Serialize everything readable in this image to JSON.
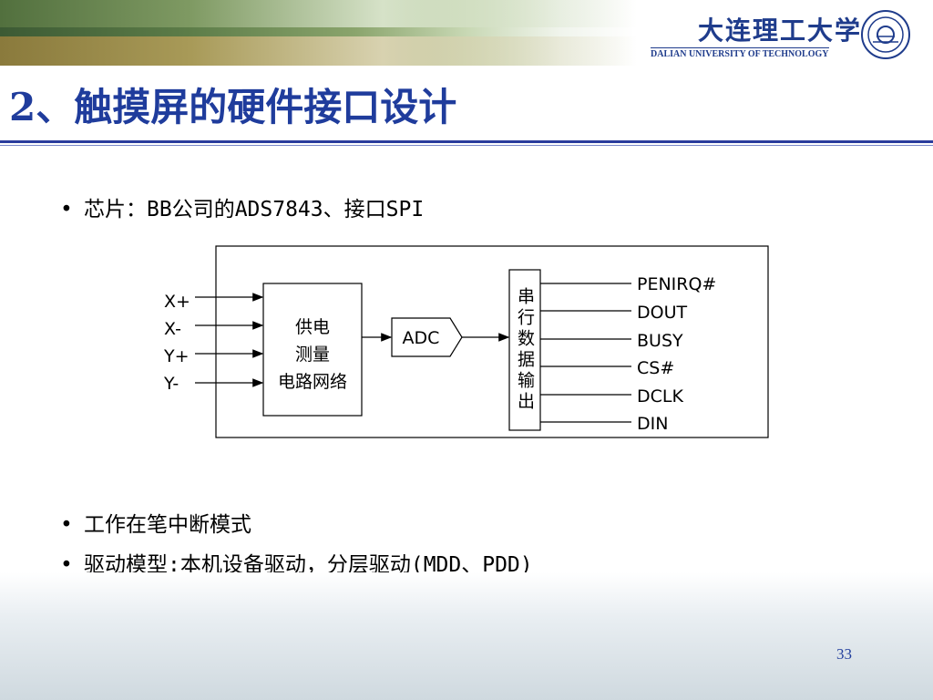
{
  "header": {
    "university_cn": "大连理工大学",
    "university_en": "DALIAN UNIVERSITY OF TECHNOLOGY"
  },
  "title": "2、触摸屏的硬件接口设计",
  "bullets": [
    "芯片：BB公司的ADS7843、接口SPI",
    "工作在笔中断模式",
    "驱动模型:本机设备驱动，分层驱动(MDD、PDD)"
  ],
  "diagram": {
    "inputs": [
      "X+",
      "X-",
      "Y+",
      "Y-"
    ],
    "block1_lines": [
      "供电",
      "测量",
      "电路网络"
    ],
    "adc": "ADC",
    "serial_block": "串行数据输出",
    "outputs": [
      "PENIRQ#",
      "DOUT",
      "BUSY",
      "CS#",
      "DCLK",
      "DIN"
    ]
  },
  "page_number": "33",
  "colors": {
    "title": "#1f3c9c",
    "rule": "#2a3c9c"
  }
}
